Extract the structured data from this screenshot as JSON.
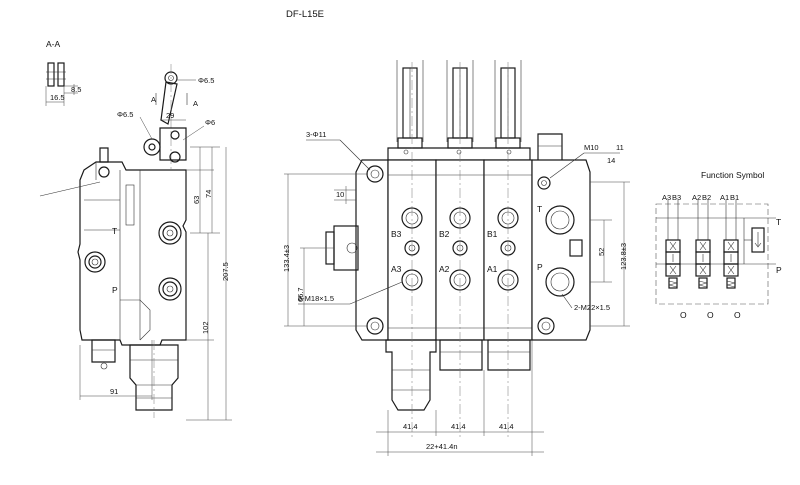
{
  "title": "DF-L15E",
  "section": {
    "label": "A-A",
    "dim_8_5": "8.5",
    "dim_16_5": "16.5"
  },
  "side_view": {
    "phi_6_5_top": "Φ6.5",
    "phi_6_5_left": "Φ6.5",
    "phi_6": "Φ6",
    "dim_29": "29",
    "dim_63": "63",
    "dim_74": "74",
    "dim_207_5": "207.5",
    "dim_102": "102",
    "dim_91": "91",
    "a_label": "A",
    "a_label_2": "A"
  },
  "front_view": {
    "holes_label": "3-Φ11",
    "dim_10": "10",
    "dim_133": "133.4±3",
    "dim_66_7": "66.7",
    "thread_m18": "6-M18×1.5",
    "m10_label": "M10",
    "dim_11": "11",
    "dim_14": "14",
    "dim_52": "52",
    "dim_123": "123.8±3",
    "thread_m22": "2-M22×1.5",
    "port_b3": "B3",
    "port_b2": "B2",
    "port_b1": "B1",
    "port_a3": "A3",
    "port_a2": "A2",
    "port_a1": "A1",
    "port_t": "T",
    "port_p": "P",
    "pitch_1": "41.4",
    "pitch_2": "41.4",
    "pitch_3": "41.4",
    "overall": "22+41.4n"
  },
  "function_symbol": {
    "title": "Function Symbol",
    "labels_top": [
      "A3",
      "B3",
      "A2",
      "B2",
      "A1",
      "B1"
    ],
    "port_t": "T",
    "port_p": "P",
    "bottom_labels": [
      "O",
      "O",
      "O"
    ]
  }
}
